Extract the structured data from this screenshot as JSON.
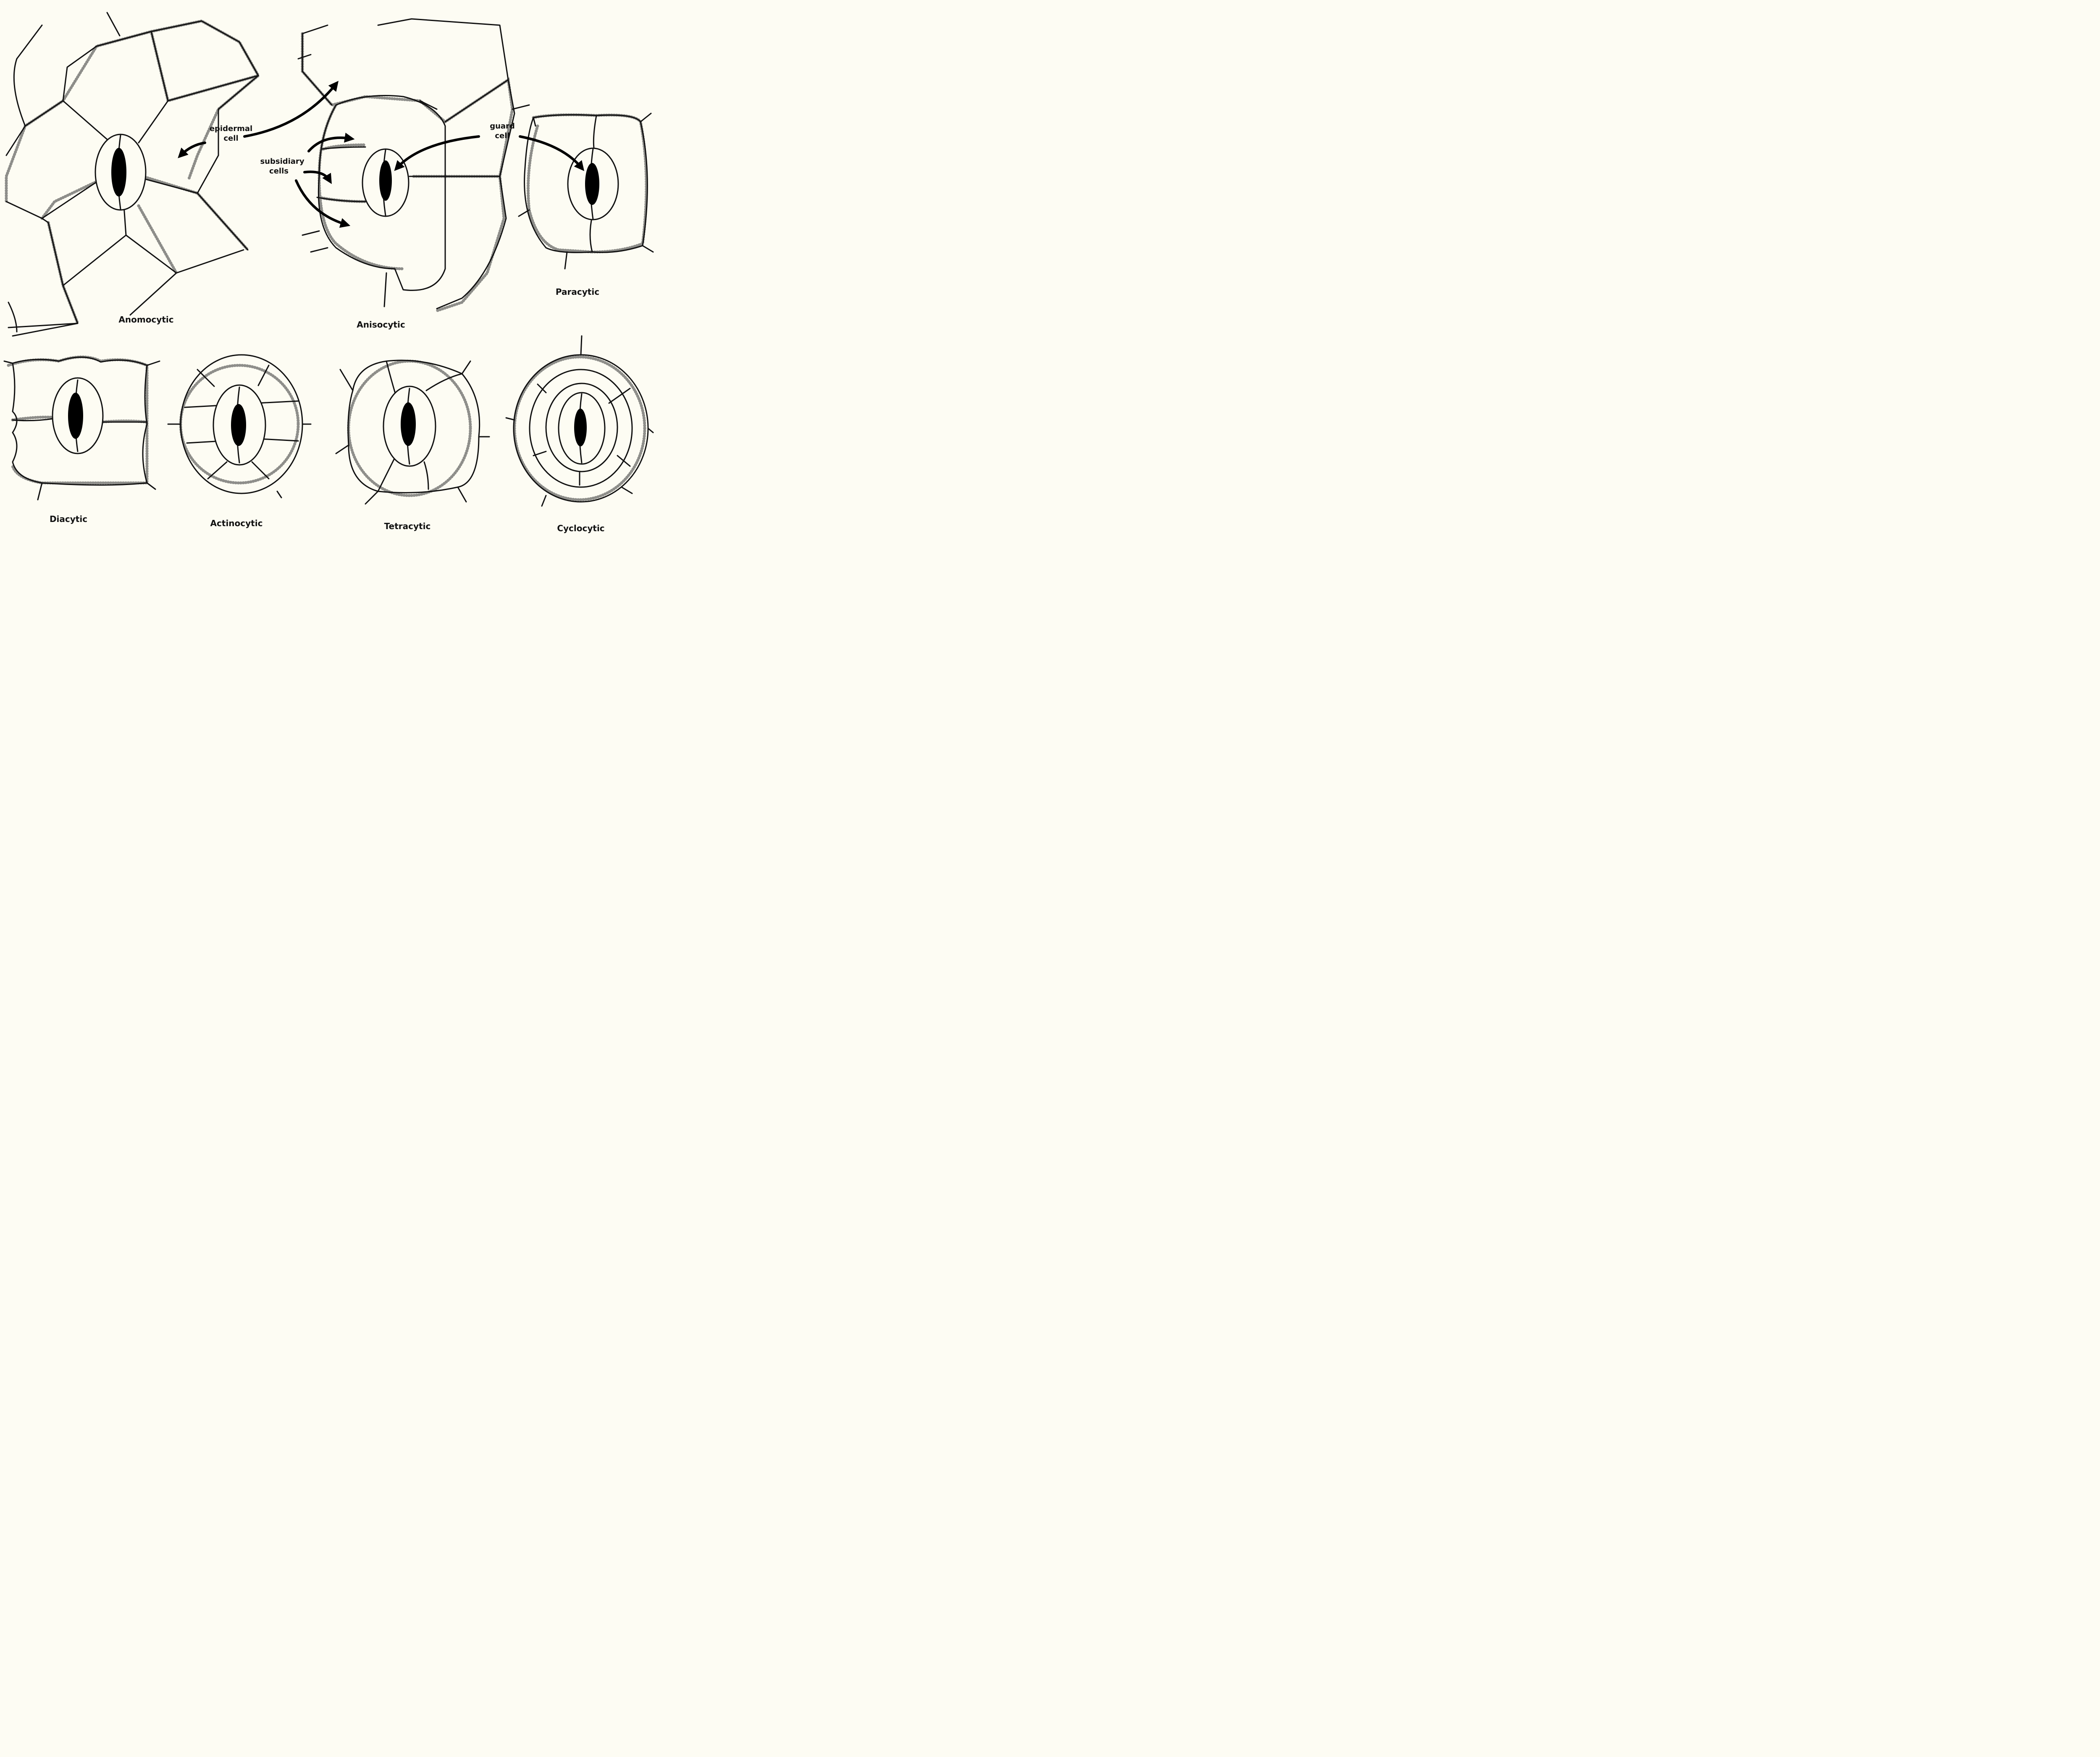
{
  "labels": {
    "anomocytic": "Anomocytic",
    "anisocytic": "Anisocytic",
    "paracytic": "Paracytic",
    "diacytic": "Diacytic",
    "actinocytic": "Actinocytic",
    "tetracytic": "Tetracytic",
    "cyclocytic": "Cyclocytic"
  },
  "callouts": {
    "epidermal_1": "epidermal",
    "epidermal_2": "cell",
    "guard_1": "guard",
    "guard_2": "cell",
    "subsidiary_1": "subsidiary",
    "subsidiary_2": "cells"
  }
}
